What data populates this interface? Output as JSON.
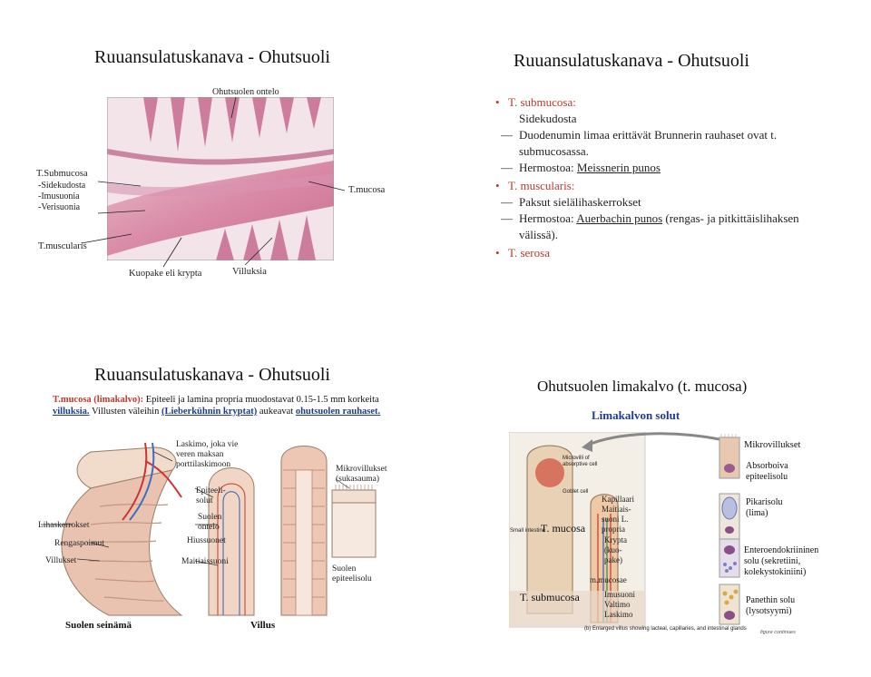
{
  "slide1": {
    "title": "Ruuansulatuskanava - Ohutsuoli",
    "labels": {
      "t_submucosa": "T.Submucosa",
      "sidekudosta": "-Sidekudosta",
      "imusuonia": "-Imusuonia",
      "verisuonia": "-Verisuonia",
      "t_muscularis": "T.muscularis",
      "ohutsuolen_ontelo": "Ohutsuolen ontelo",
      "t_mucosa": "T.mucosa",
      "kuopake": "Kuopake eli krypta",
      "villuksia": "Villuksia"
    }
  },
  "slide2": {
    "title": "Ruuansulatuskanava - Ohutsuoli",
    "items": [
      {
        "level": 1,
        "text": "T. submucosa:"
      },
      {
        "level": 2,
        "dash": false,
        "text": "Sidekudosta"
      },
      {
        "level": 2,
        "dash": true,
        "text": "Duodenumin limaa erittävät Brunnerin rauhaset ovat t. submucosassa."
      },
      {
        "level": 2,
        "dash": true,
        "text": "Hermostoa: Meissnerin punos"
      },
      {
        "level": 1,
        "text": "T. muscularis:"
      },
      {
        "level": 2,
        "dash": true,
        "text": "Paksut sielälihaskerrokset"
      },
      {
        "level": 2,
        "dash": true,
        "text": "Hermostoa: Auerbachin punos (rengas- ja pitkittäislihaksen välissä)."
      },
      {
        "level": 1,
        "text": "T. serosa"
      }
    ]
  },
  "slide3": {
    "title": "Ruuansulatuskanava - Ohutsuoli",
    "desc_red": "T.mucosa (limakalvo):",
    "desc_1": " Epiteeli ja lamina propria muodostavat 0.15-1.5 mm korkeita",
    "desc_2a": "villuksia.",
    "desc_2b": " Villusten väleihin ",
    "desc_2c": "(Lieberkühnin kryptat)",
    "desc_2d": " aukeavat ",
    "desc_2e": "ohutsuolen rauhaset.",
    "labels": {
      "laskimo": "Laskimo, joka vie veren maksan porttilaskimoon",
      "mikrovillukset": "Mikrovillukset (sukasauma)",
      "epiteelisolut": "Epiteeli-solut",
      "suolen_ontelo": "Suolen ontelo",
      "hiussuonet": "Hiussuonet",
      "maitiaissuoni": "Maitiaissuoni",
      "lihaskerrokset": "Lihaskerrokset",
      "rengaspoimut": "Rengaspoimut",
      "villukset": "Villukset",
      "suolen_epiteelisolu": "Suolen epiteelisolu",
      "suolen_seinama": "Suolen seinämä",
      "villus": "Villus"
    }
  },
  "slide4": {
    "title": "Ohutsuolen limakalvo (t. mucosa)",
    "subtitle": "Limakalvon solut",
    "labels": {
      "mikrovillukset": "Mikrovillukset",
      "absorboiva": "Absorboiva epiteelisolu",
      "pikarisolu": "Pikarisolu (lima)",
      "enteroendokriininen": "Enteroendokriininen solu (sekretiini, kolekystokiniini)",
      "panethin": "Panethin solu (lysotsyymi)",
      "t_mucosa": "T. mucosa",
      "t_submucosa": "T. submucosa",
      "m_mucosae": "m.mucosae",
      "kapillaari": "Kapillaari Maitiais-suoni L. propria",
      "krypta": "Krypta (kuo-pake)",
      "imusuoni": "Imusuoni Valtimo Laskimo",
      "microvilli_absorptive": "Microvilli of absorptive cell",
      "goblet_cell": "Goblet cell",
      "small_intestine": "Small intestine",
      "caption": "(b) Enlarged villus showing lacteal, capillaries, and intestinal glands",
      "figure_corner": "figure continues"
    }
  }
}
